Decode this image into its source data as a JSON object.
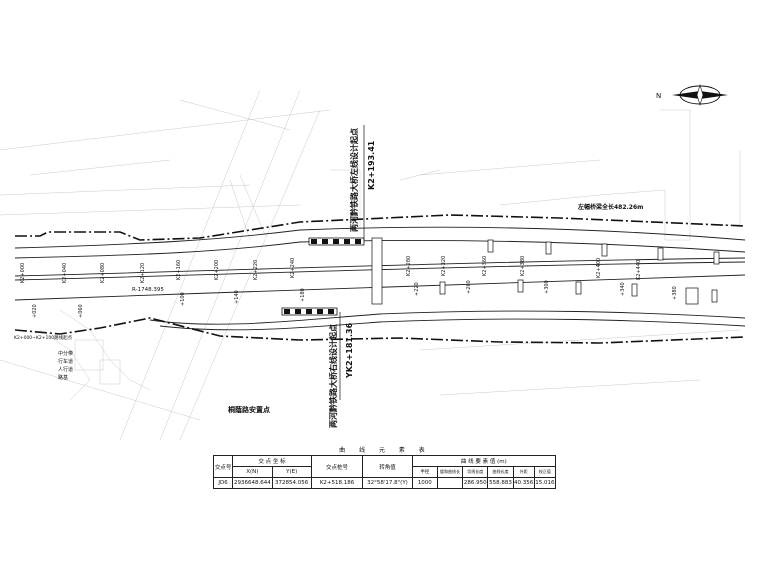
{
  "labels": {
    "left_bridge_start": "两河黔铁路大桥左线设计起点",
    "left_bridge_chainage": "K2+193.41",
    "right_bridge_start": "两河黔铁路大桥右线设计起点",
    "right_bridge_chainage": "YK2+181.36",
    "left_bridge_total": "左幅桥梁全长482.26m",
    "resettlement": "桐蔭路安置点",
    "curve_r": "R-1748.395",
    "left_edge_note": "K2+000~K2+100路线起点"
  },
  "legend": [
    "中分带",
    "行车道",
    "人行道",
    "路基"
  ],
  "stations_top": [
    "K2+000",
    "K2+040",
    "K2+080",
    "K2+120",
    "K2+160",
    "K2+200",
    "K2+220",
    "K2+240",
    "K2+280",
    "K2+320",
    "K2+360",
    "K2+380",
    "K2+400",
    "K2+440"
  ],
  "stations_bottom": [
    "+020",
    "+060",
    "+100",
    "+140",
    "+180",
    "+220",
    "+260",
    "+300",
    "+340",
    "+380"
  ],
  "north": "N",
  "table": {
    "title": "曲 线 元 素 表",
    "h_jd": "交点号",
    "h_coord": "交 点 坐 标",
    "h_x": "X(N)",
    "h_y": "Y(E)",
    "h_station": "交点桩号",
    "h_angle": "转角值",
    "h_elements": "曲 线 要 素 值 (m)",
    "h_r": "半径",
    "h_ls": "缓和曲线长",
    "h_t": "切线长度",
    "h_l": "曲线长度",
    "h_e": "外距",
    "h_j": "校正值",
    "row": {
      "jd": "JD6",
      "x": "2936648.644",
      "y": "372854.056",
      "station": "K2+518.186",
      "angle": "32°58'17.8\"(Y)",
      "r": "1000",
      "ls": "",
      "t": "286.950",
      "l": "558.883",
      "e": "40.356",
      "j": "15.016"
    }
  }
}
